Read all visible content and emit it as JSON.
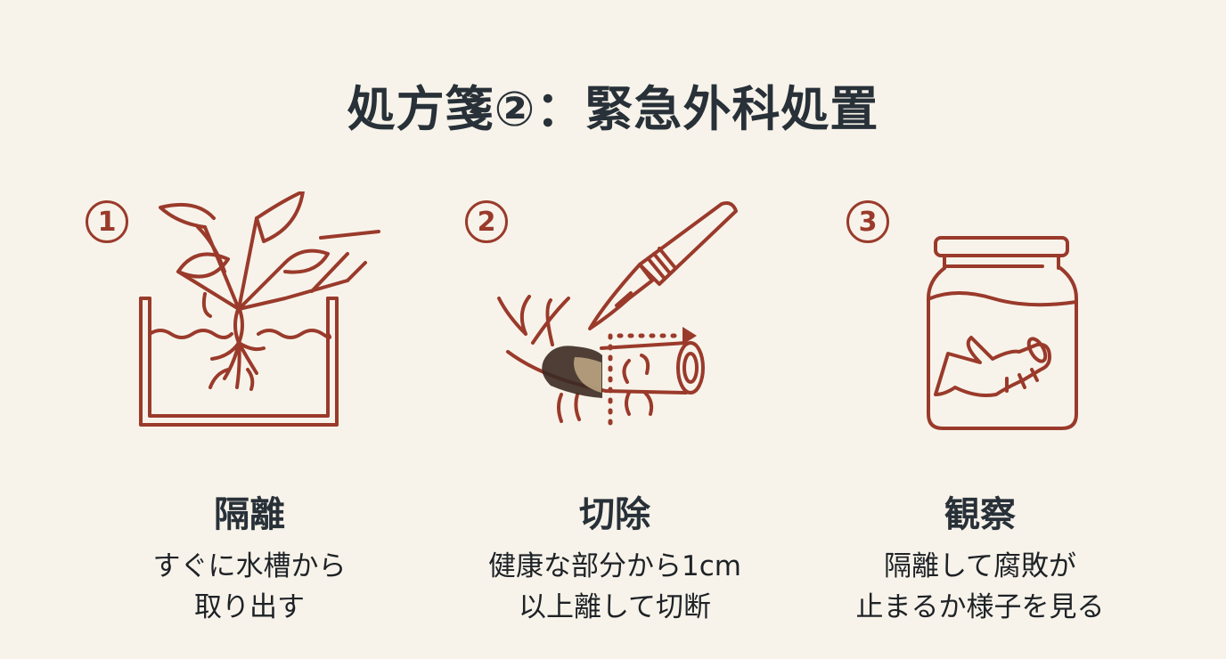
{
  "title": "処方箋②：緊急外科処置",
  "colors": {
    "accent": "#9a3a2b",
    "text": "#283038",
    "background": "#f7f3ea"
  },
  "steps": [
    {
      "number": "1",
      "icon": "plant-in-water-tank-icon",
      "label": "隔離",
      "desc_lines": [
        "すぐに水槽から",
        "取り出す"
      ]
    },
    {
      "number": "2",
      "icon": "scalpel-cutting-rhizome-icon",
      "label": "切除",
      "desc_lines": [
        "健康な部分から1cm",
        "以上離して切断"
      ]
    },
    {
      "number": "3",
      "icon": "rhizome-in-jar-icon",
      "label": "観察",
      "desc_lines": [
        "隔離して腐敗が",
        "止まるか様子を見る"
      ]
    }
  ]
}
